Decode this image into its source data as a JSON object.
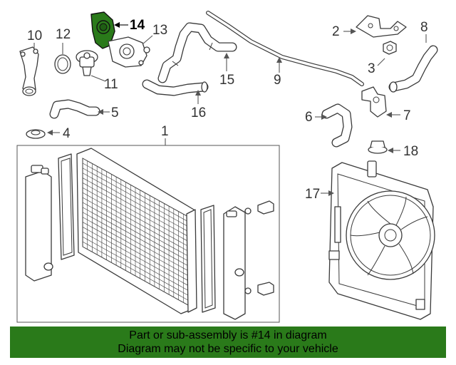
{
  "diagram": {
    "highlighted_part": "14",
    "callouts": {
      "c1": "1",
      "c2": "2",
      "c3": "3",
      "c4": "4",
      "c5": "5",
      "c6": "6",
      "c7": "7",
      "c8": "8",
      "c9": "9",
      "c10": "10",
      "c11": "11",
      "c12": "12",
      "c13": "13",
      "c14": "14",
      "c15": "15",
      "c16": "16",
      "c17": "17",
      "c18": "18"
    },
    "colors": {
      "highlight": "#2a7a1a",
      "banner": "#2a7a1a",
      "line": "#3a3a3a"
    }
  },
  "banner": {
    "line1": "Part or sub-assembly is #14 in diagram",
    "line2": "Diagram may not be specific to your vehicle"
  }
}
